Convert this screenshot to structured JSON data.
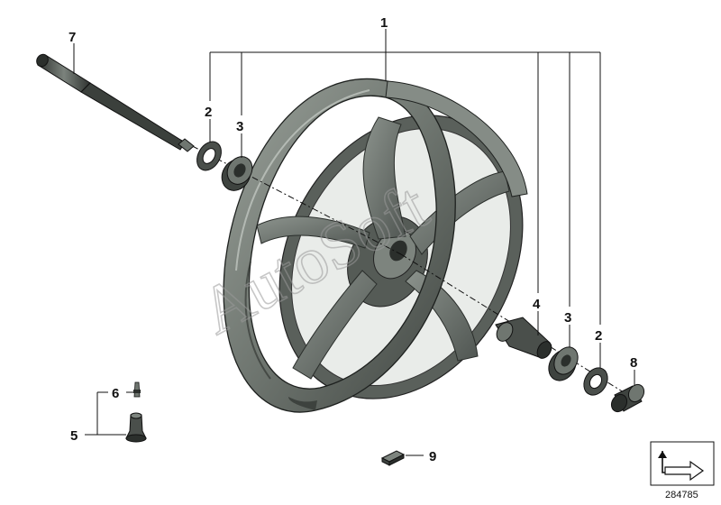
{
  "diagram": {
    "callouts": {
      "wheel": "1",
      "spacer_left": "2",
      "bearing_left": "3",
      "sleeve": "4",
      "bearing_right": "3",
      "spacer_right": "2",
      "valve": "5",
      "valve_core": "6",
      "axle": "7",
      "distance_bush": "8",
      "balance_weight": "9"
    },
    "watermark": "AutoSoft",
    "document_number": "284785"
  },
  "colors": {
    "rim": "#6f7670",
    "rim_dark": "#454a46",
    "rim_light": "#aeb5ae",
    "parts": "#4a4f4b",
    "leader": "#111111"
  },
  "icons": {
    "corner_badge": "bent-arrow-icon"
  }
}
